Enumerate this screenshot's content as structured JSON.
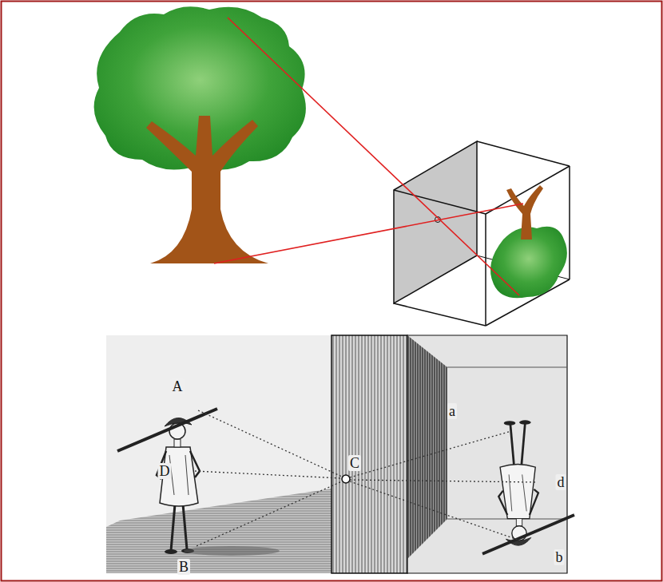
{
  "diagram": {
    "labels": [
      "A",
      "D",
      "B",
      "C",
      "a",
      "d",
      "b"
    ]
  }
}
